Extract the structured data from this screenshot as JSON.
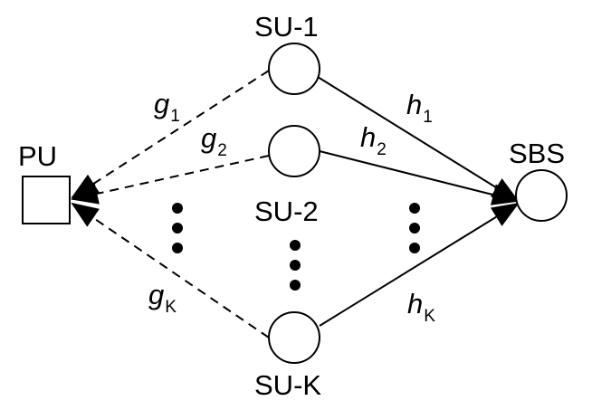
{
  "nodes": {
    "pu": {
      "label": "PU"
    },
    "sbs": {
      "label": "SBS"
    },
    "su1": {
      "label": "SU-1"
    },
    "su2": {
      "label": "SU-2"
    },
    "suk": {
      "label": "SU-K"
    }
  },
  "channels": {
    "g1": {
      "var": "g",
      "sub": "1"
    },
    "g2": {
      "var": "g",
      "sub": "2"
    },
    "gk": {
      "var": "g",
      "sub": "K"
    },
    "h1": {
      "var": "h",
      "sub": "1"
    },
    "h2": {
      "var": "h",
      "sub": "2"
    },
    "hk": {
      "var": "h",
      "sub": "K"
    }
  },
  "colors": {
    "stroke": "#000000",
    "fill": "#ffffff"
  }
}
